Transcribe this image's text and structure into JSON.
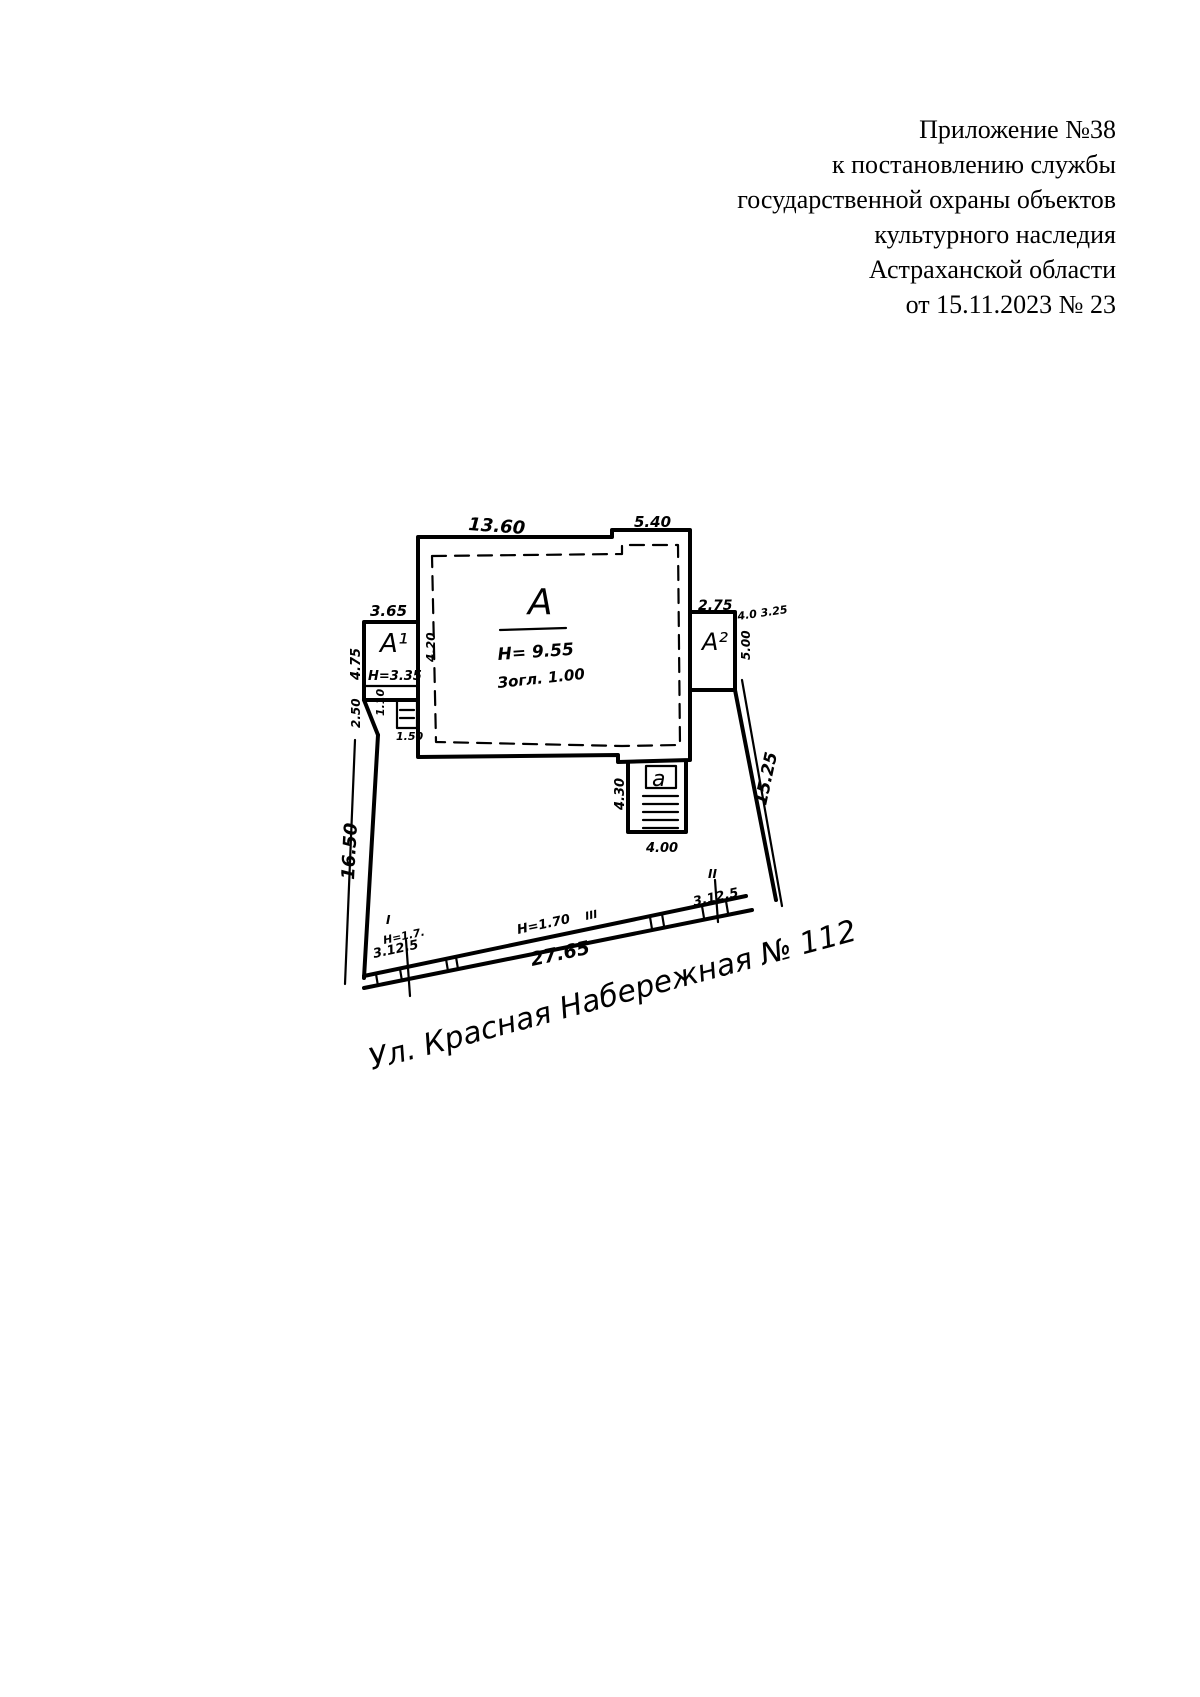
{
  "header": {
    "line1": "Приложение №38",
    "line2": "к постановлению службы",
    "line3": "государственной охраны объектов",
    "line4": "культурного наследия",
    "line5": "Астраханской области",
    "line6": "от 15.11.2023 № 23"
  },
  "plan": {
    "main_building_label": "А",
    "main_building_height": "H= 9.55",
    "main_building_note": "Зогл. 1.00",
    "annex1_label": "А¹",
    "annex1_height": "H=3.35",
    "annex2_label": "А²",
    "porch_label": "а",
    "dims": {
      "top_main": "13.60",
      "top_right": "5.40",
      "annex1_top": "3.65",
      "annex1_side": "4.75",
      "annex1_inner": "4.20",
      "small_left": "2.50",
      "small_a": "1.10",
      "small_b": "1.50",
      "annex2_top": "2.75",
      "annex2_side": "5.00",
      "annex2_extra": "4.0 3.25",
      "porch_side": "4.30",
      "porch_bottom": "4.00",
      "left_side": "16.50",
      "right_side": "15.25",
      "bottom": "27.65",
      "fence_left_label": "I",
      "fence_left_height": "H=1.7.",
      "fence_left_dim": "3.12.5",
      "fence_mid_height": "H=1.70",
      "fence_mid_label": "III",
      "fence_right_label": "II",
      "fence_right_dim": "3.12.5"
    },
    "street": "Ул. Красная Набережная № 112"
  }
}
